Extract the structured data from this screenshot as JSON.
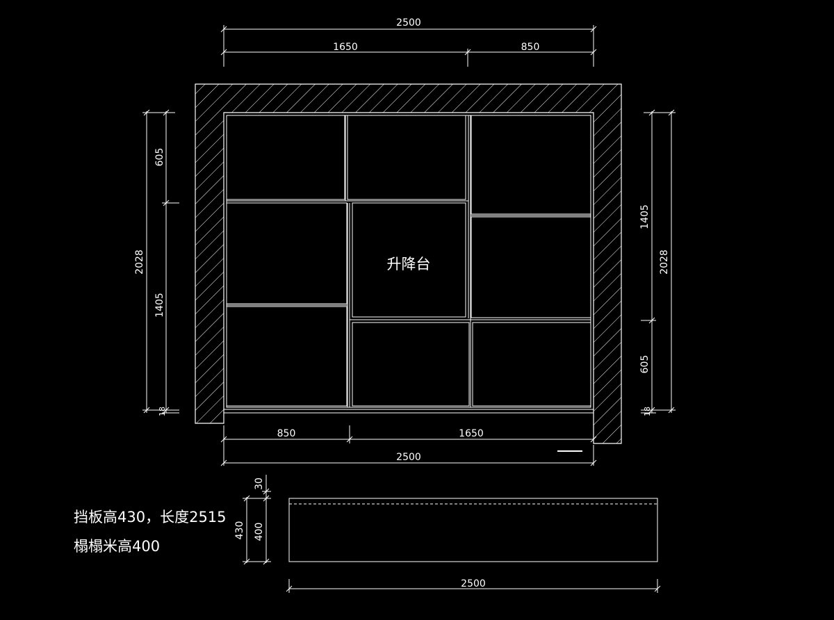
{
  "plan": {
    "room_label": "升降台"
  },
  "dimensions": {
    "top_total": "2500",
    "top_left": "1650",
    "top_right": "850",
    "bottom_left": "850",
    "bottom_right": "1650",
    "bottom_total": "2500",
    "left_total": "2028",
    "left_upper": "605",
    "left_lower": "1405",
    "left_small": "18",
    "right_total": "2028",
    "right_upper": "1405",
    "right_lower": "605",
    "right_small": "18"
  },
  "elevation": {
    "width": "2500",
    "height_total": "430",
    "height_top": "30",
    "height_body": "400"
  },
  "notes": {
    "line1": "挡板高430，长度2515",
    "line2": "榻榻米高400"
  },
  "colors": {
    "background": "#000000",
    "line": "#ffffff"
  }
}
